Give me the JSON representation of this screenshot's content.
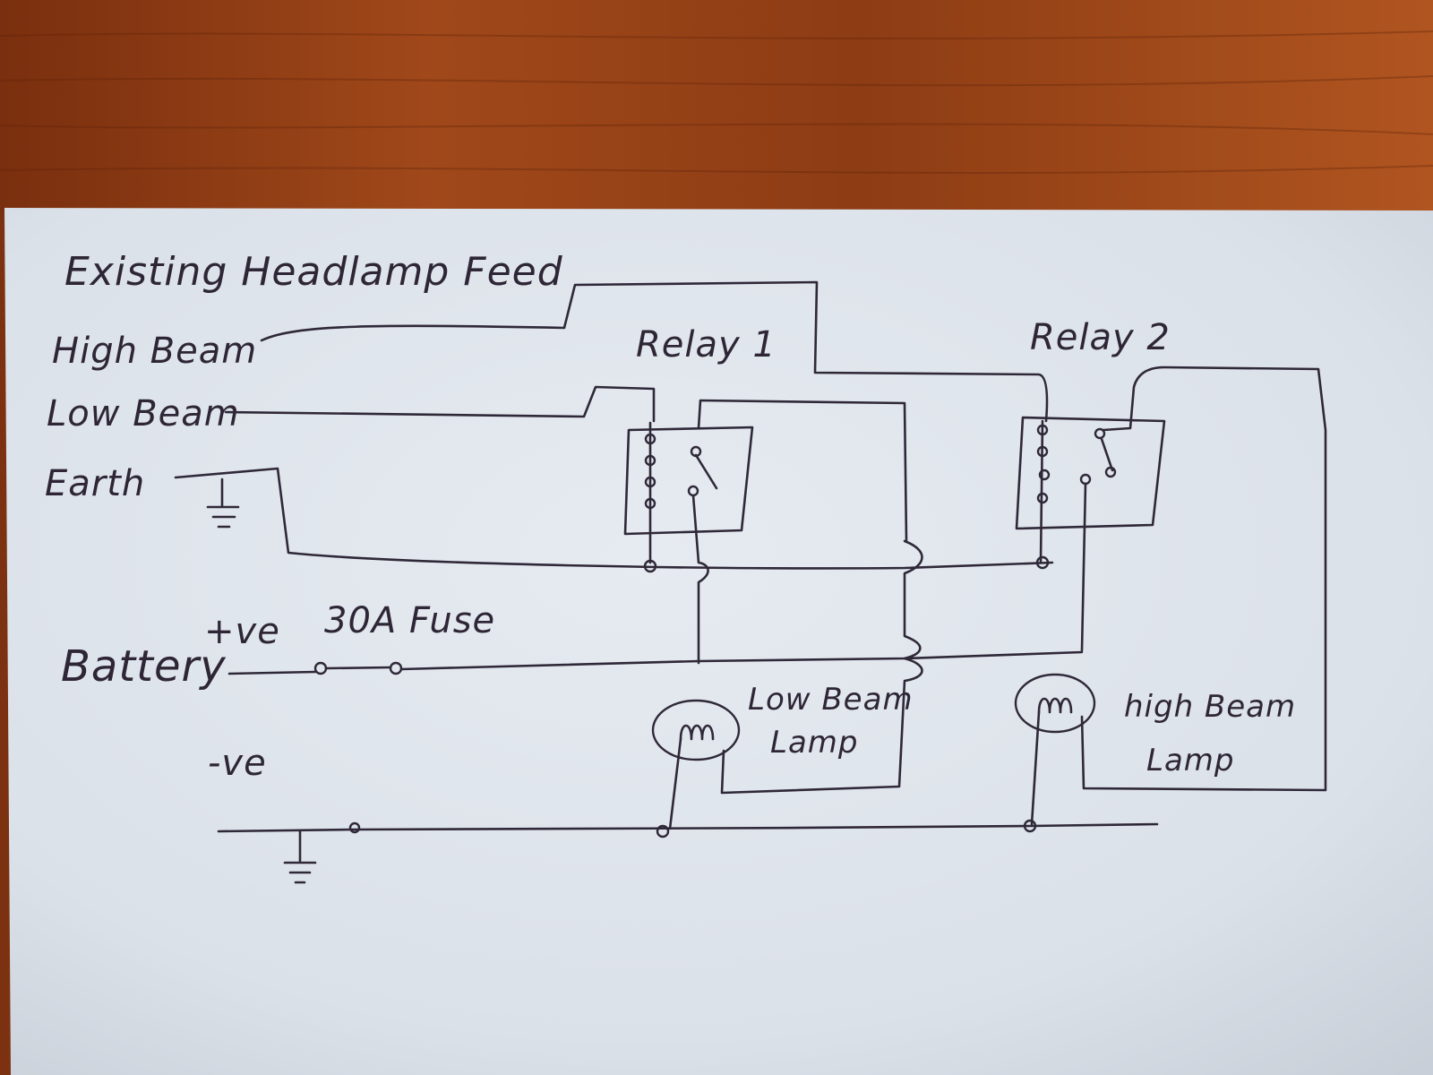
{
  "colors": {
    "table": "#8a3a12",
    "paper": "#dfe5ec",
    "ink": "#2f2838"
  },
  "diagram": {
    "title": "Existing Headlamp Feed",
    "labels": {
      "high_beam": "High Beam",
      "low_beam": "Low Beam",
      "earth": "Earth",
      "relay_1": "Relay 1",
      "relay_2": "Relay 2",
      "fuse": "30A Fuse",
      "battery": "Battery",
      "positive": "+ve",
      "negative": "-ve",
      "low_beam_lamp_line1": "Low Beam",
      "low_beam_lamp_line2": "Lamp",
      "high_beam_lamp_line1": "high Beam",
      "high_beam_lamp_line2": "Lamp"
    }
  }
}
